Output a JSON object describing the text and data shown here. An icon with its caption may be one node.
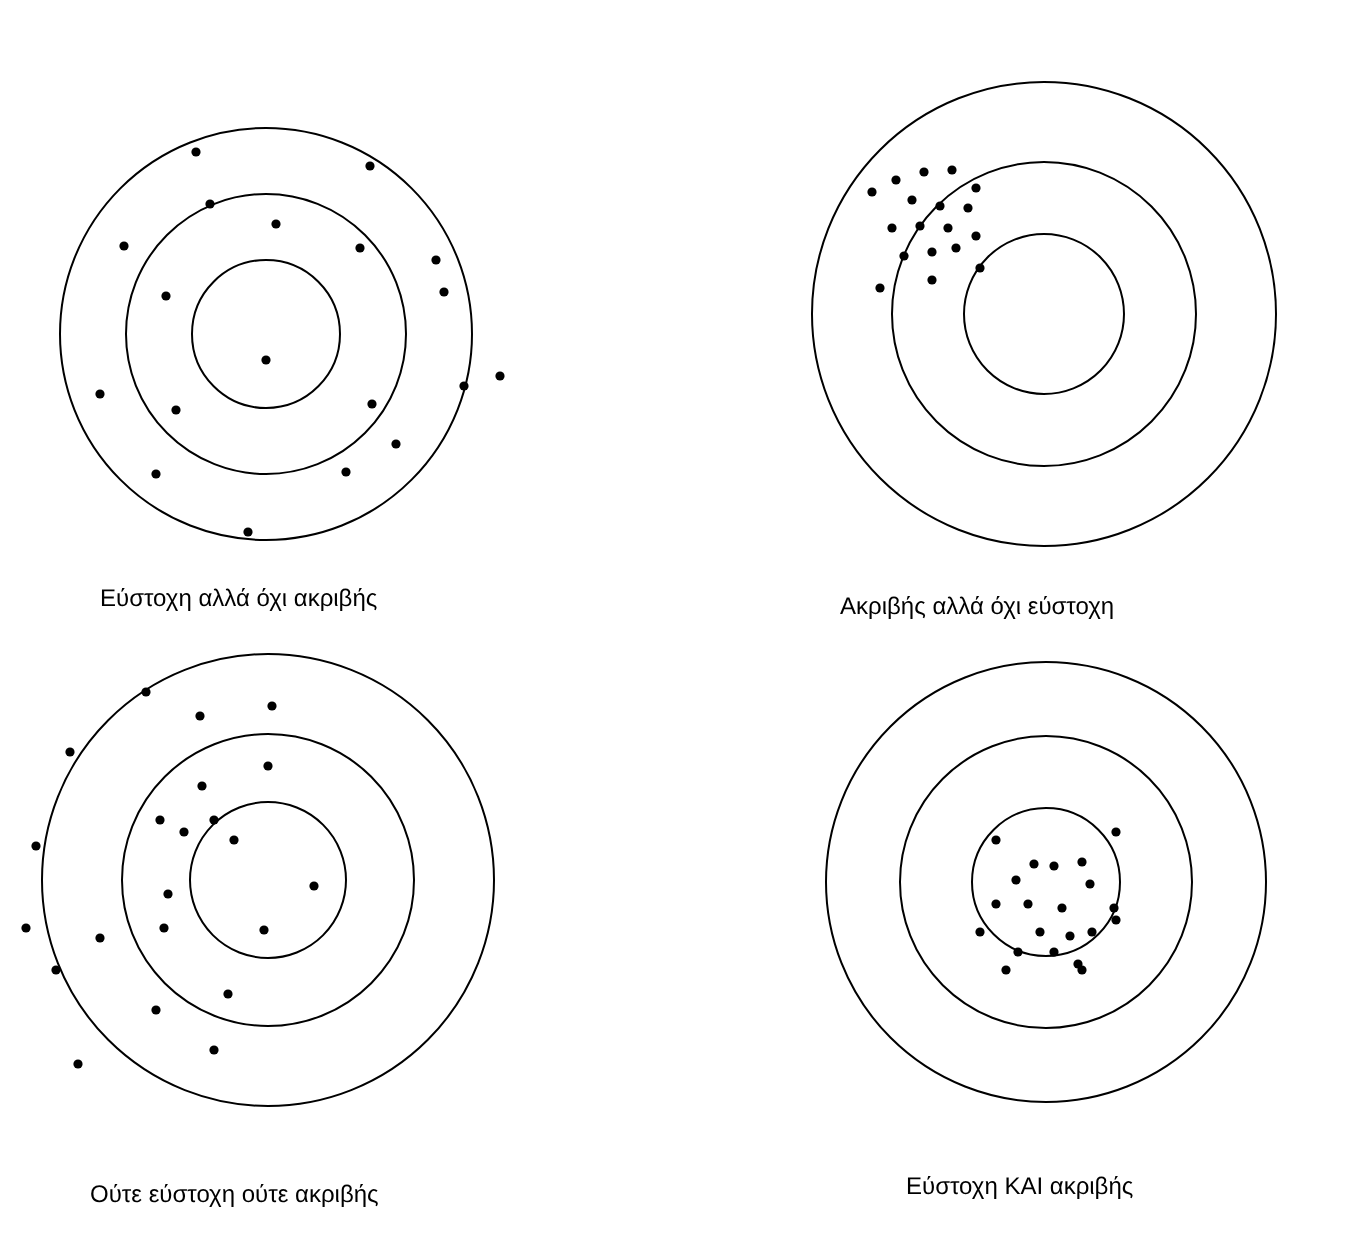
{
  "diagram": {
    "labels": [
      "Εύστοχη αλλά όχι ακριβής",
      "Ακριβής αλλά όχι εύστοχη",
      "Ούτε εύστοχη ούτε ακριβής",
      "Εύστοχη ΚΑΙ ακριβής"
    ]
  }
}
